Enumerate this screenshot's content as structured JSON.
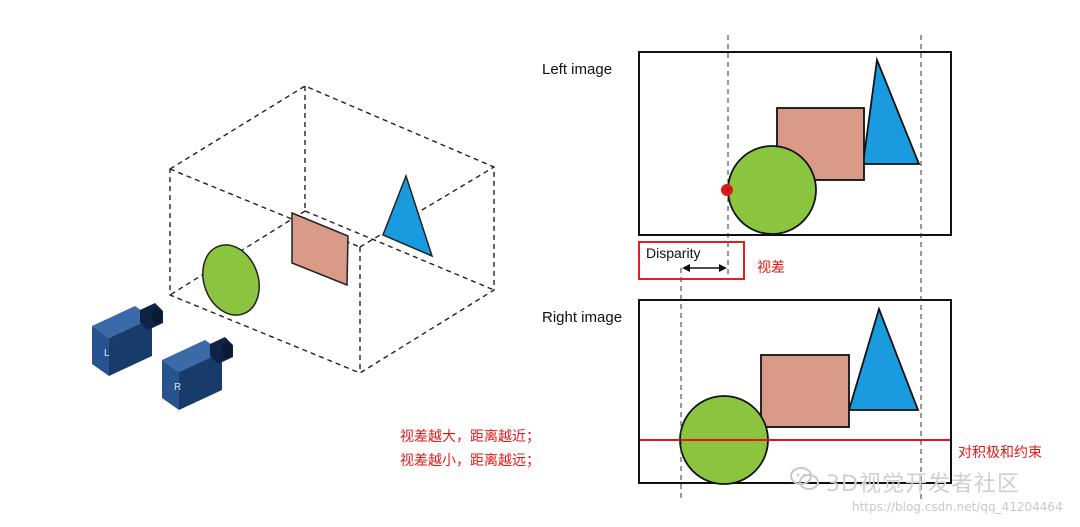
{
  "left_image": {
    "label": "Left image"
  },
  "right_image": {
    "label": "Right image"
  },
  "disparity": {
    "label": "Disparity",
    "cn_label": "视差"
  },
  "cameras": {
    "left": "L",
    "right": "R"
  },
  "notes": {
    "line1": "视差越大，距离越近；",
    "line2": "视差越小，距离越远；",
    "epipolar": "对积极和约束"
  },
  "watermark": {
    "title": "3D视觉开发者社区",
    "url": "https://blog.csdn.net/qq_41204464"
  },
  "colors": {
    "red": "#e01818",
    "green": "#8bc540",
    "salmon": "#d99a87",
    "blue": "#1a9be0",
    "camera": "#1f4e86"
  }
}
